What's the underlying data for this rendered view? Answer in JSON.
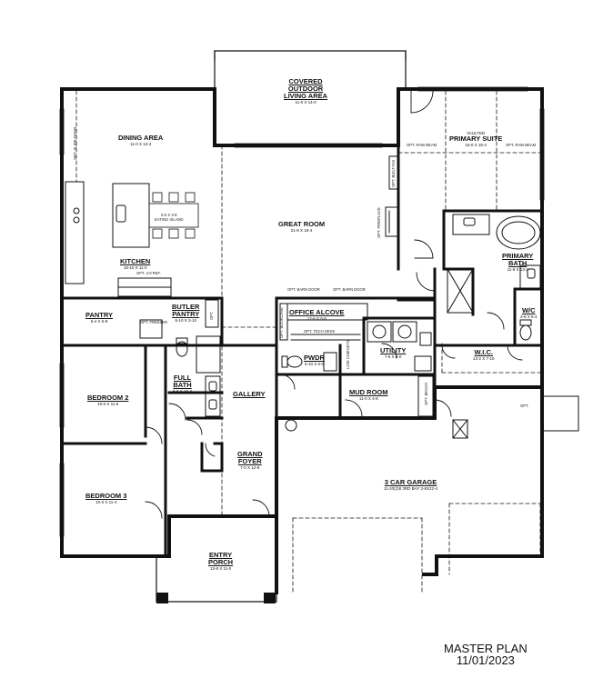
{
  "plan": {
    "title": "MASTER PLAN",
    "date": "11/01/2023"
  },
  "rooms": {
    "covered_outdoor": {
      "name_1": "COVERED",
      "name_2": "OUTDOOR",
      "name_3": "LIVING AREA",
      "dim": "11-0 X 14-0"
    },
    "dining": {
      "name": "DINING AREA",
      "dim": "11-0 X 13-4"
    },
    "primary_suite": {
      "name": "PRIMARY SUITE",
      "dim": "16-0 X 15-4",
      "note": "VAULTED"
    },
    "great_room": {
      "name": "GREAT ROOM",
      "dim": "21-8 X 18-4"
    },
    "kitchen": {
      "name": "KITCHEN",
      "dim": "18-10 X 11-0"
    },
    "eating_island": {
      "size": "6-0 X 3-8",
      "name": "EATING ISLAND"
    },
    "primary_bath": {
      "name_1": "PRIMARY",
      "name_2": "BATH",
      "dim": "11-8 X 13-2"
    },
    "pantry": {
      "name": "PANTRY",
      "dim": "5-4 X 5-8"
    },
    "butler_pantry": {
      "name_1": "BUTLER",
      "name_2": "PANTRY",
      "dim": "6-10 X 3-10"
    },
    "office_alcove": {
      "name": "OFFICE ALCOVE",
      "dim": "12-6 X 5-8"
    },
    "wc": {
      "name": "W/C",
      "dim": "3-8 X 6-4"
    },
    "wic": {
      "name": "W.I.C.",
      "dim": "13-2 X 7-10"
    },
    "pwdr": {
      "name": "PWDR",
      "dim": "5-10 X 6-0"
    },
    "utility": {
      "name": "UTILITY",
      "dim": "7-6 X 6-0"
    },
    "full_bath": {
      "name_1": "FULL",
      "name_2": "BATH",
      "dim": "8-8 X 10-4"
    },
    "bedroom2": {
      "name": "BEDROOM 2",
      "dim": "10-0 X 11-6"
    },
    "gallery": {
      "name": "GALLERY"
    },
    "mud_room": {
      "name": "MUD ROOM",
      "dim": "11-0 X 4-8"
    },
    "grand_foyer": {
      "name_1": "GRAND",
      "name_2": "FOYER",
      "dim": "7-0 X 12-8"
    },
    "garage": {
      "name": "3 CAR GARAGE",
      "dim": "11-20(2)8 3RD BAY 3-8X22-4"
    },
    "bedroom3": {
      "name": "BEDROOM 3",
      "dim": "10-0 X 11-4"
    },
    "entry_porch": {
      "name_1": "ENTRY",
      "name_2": "PORCH",
      "dim": "13-8 X 11-0"
    }
  },
  "notes": {
    "opt_slide_door": "OPT. SLIDE DOOR",
    "opt_raw_beam_1": "OPT. RAW BEAM",
    "opt_raw_beam_2": "OPT. RAW BEAM",
    "opt_built_ins": "OPT. BUILT-INS",
    "opt_fireplace": "OPT. FIREPLACE",
    "opt_ref": "OPT. 4-0 REF.",
    "opt_freezer": "OPT. FREEZER",
    "opt_1": "OPT.",
    "barn_door_1": "OPT. BARN DOOR",
    "barn_door_2": "OPT. BARN DOOR",
    "opt_bookcase": "OPT. BOOKCASE",
    "tech_desk": "OPT. TECH DESK",
    "low_cabinets": "LOW CABINETS",
    "opt_bench": "OPT. BENCH",
    "opt_2": "OPT."
  }
}
